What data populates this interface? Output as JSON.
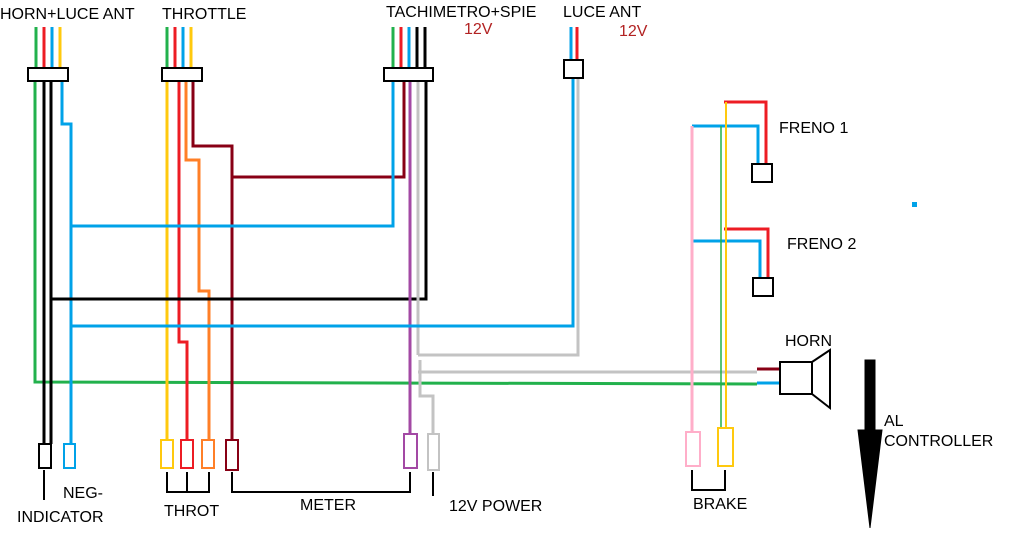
{
  "colors": {
    "green": "#22b14c",
    "red": "#ed1c24",
    "blue": "#00a2e8",
    "yellow": "#ffc90e",
    "orange": "#ff7f27",
    "dark_red": "#880015",
    "purple": "#a349a4",
    "gray": "#c3c3c3",
    "pink": "#ffaec9",
    "black": "#000000",
    "voltage_text": "#b22222"
  },
  "labels": {
    "horn_luce_ant": "HORN+LUCE ANT",
    "throttle": "THROTTLE",
    "tachimetro_spie": "TACHIMETRO+SPIE",
    "tachimetro_voltage": "12V",
    "luce_ant": "LUCE ANT",
    "luce_ant_voltage": "12V",
    "freno_1": "FRENO 1",
    "freno_2": "FRENO 2",
    "horn": "HORN",
    "al_controller_1": "AL",
    "al_controller_2": "CONTROLLER",
    "neg": "NEG-",
    "indicator": "INDICATOR",
    "throt": "THROT",
    "meter": "METER",
    "power_12v": "12V POWER",
    "brake": "BRAKE"
  },
  "wire_colors": {
    "horn_connector": [
      "green",
      "red",
      "blue",
      "yellow"
    ],
    "throttle_connector": [
      "green",
      "red",
      "blue",
      "yellow"
    ],
    "tachimetro_connector": [
      "green",
      "red",
      "blue",
      "black",
      "black"
    ],
    "luce_connector": [
      "blue",
      "red"
    ],
    "bottom_connectors": [
      "black",
      "blue",
      "yellow",
      "red",
      "orange",
      "dark_red",
      "purple",
      "gray",
      "pink",
      "yellow"
    ]
  }
}
